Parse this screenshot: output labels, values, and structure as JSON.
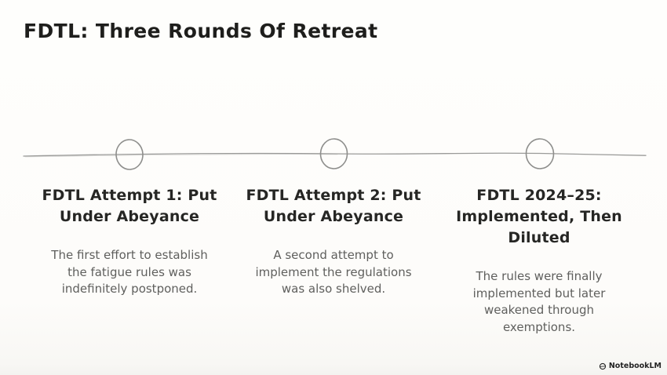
{
  "page": {
    "title": "FDTL: Three Rounds Of Retreat",
    "background_color": "#fdfdfb"
  },
  "timeline": {
    "style": "hand-drawn horizontal line with three outlined circle nodes",
    "line_color": "#9b9b99",
    "circle_color": "#8e8e8c",
    "milestones": [
      {
        "heading": "FDTL Attempt 1: Put\nUnder Abeyance",
        "description": "The first effort to establish\nthe fatigue rules was\nindefinitely postponed."
      },
      {
        "heading": "FDTL Attempt 2: Put\nUnder Abeyance",
        "description": "A second attempt to\nimplement the regulations\nwas also shelved."
      },
      {
        "heading": "FDTL 2024–25:\nImplemented, Then\nDiluted",
        "description": "The rules were finally\nimplemented but later\nweakened through\nexemptions."
      }
    ]
  },
  "colors": {
    "title_text": "#1e1e1c",
    "heading_text": "#262624",
    "body_text": "#5f5f5d"
  },
  "watermark": {
    "label": "NotebookLM",
    "icon": "notebooklm-logo"
  }
}
